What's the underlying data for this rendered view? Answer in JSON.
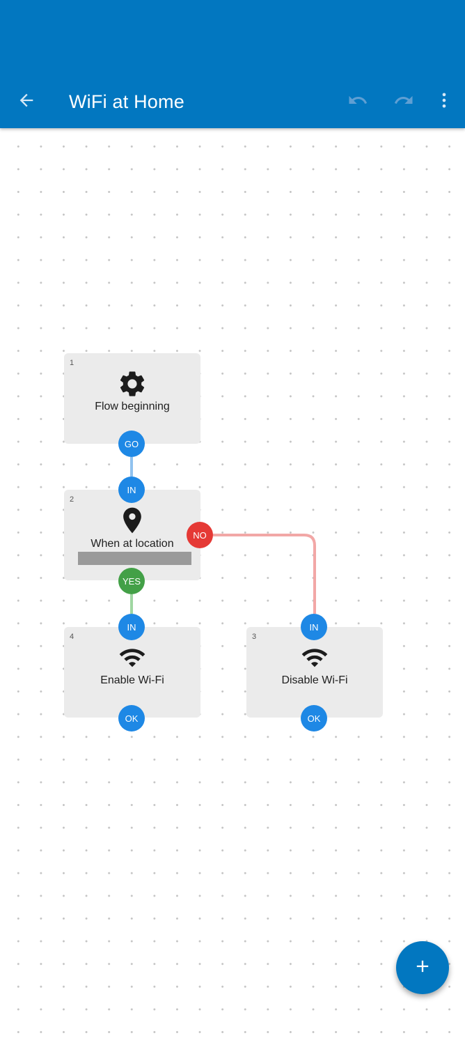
{
  "appbar": {
    "title": "WiFi at Home",
    "back_icon": "arrow-back-icon",
    "undo_icon": "undo-icon",
    "redo_icon": "redo-icon",
    "menu_icon": "more-vert-icon",
    "color": "#0277c0"
  },
  "blocks": [
    {
      "number": "1",
      "label": "Flow beginning",
      "icon": "gear-icon",
      "ports": {
        "out": "GO"
      }
    },
    {
      "number": "2",
      "label": "When at location",
      "icon": "location-pin-icon",
      "ports": {
        "in": "IN",
        "yes": "YES",
        "no": "NO"
      }
    },
    {
      "number": "4",
      "label": "Enable Wi-Fi",
      "icon": "wifi-icon",
      "ports": {
        "in": "IN",
        "ok": "OK"
      }
    },
    {
      "number": "3",
      "label": "Disable Wi-Fi",
      "icon": "wifi-icon",
      "ports": {
        "in": "IN",
        "ok": "OK"
      }
    }
  ],
  "fab": {
    "icon": "plus-icon"
  },
  "colors": {
    "port_blue": "#1e88e5",
    "port_green": "#43a047",
    "port_red": "#e53935",
    "block_bg": "#ebebeb"
  }
}
